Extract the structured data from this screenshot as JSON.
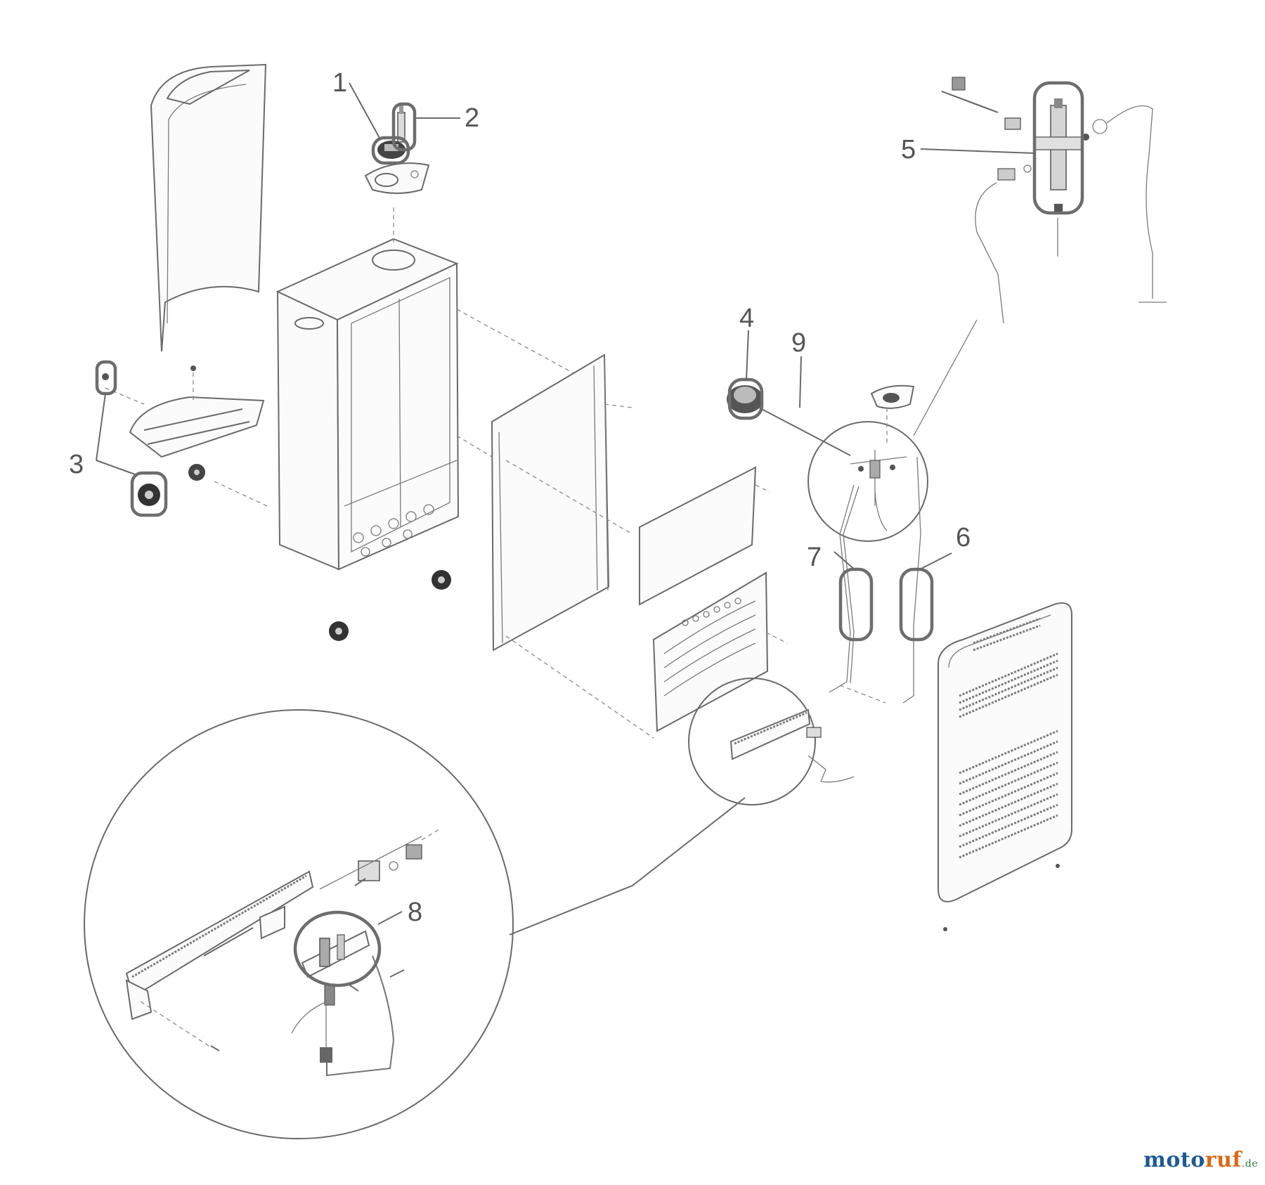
{
  "callouts": [
    {
      "id": "1",
      "label": "1"
    },
    {
      "id": "2",
      "label": "2"
    },
    {
      "id": "3",
      "label": "3"
    },
    {
      "id": "4",
      "label": "4"
    },
    {
      "id": "5",
      "label": "5"
    },
    {
      "id": "6",
      "label": "6"
    },
    {
      "id": "7",
      "label": "7"
    },
    {
      "id": "8",
      "label": "8"
    },
    {
      "id": "9",
      "label": "9"
    }
  ],
  "brand": {
    "part1": "moto",
    "part2": "ruf",
    "part3": ".de"
  }
}
